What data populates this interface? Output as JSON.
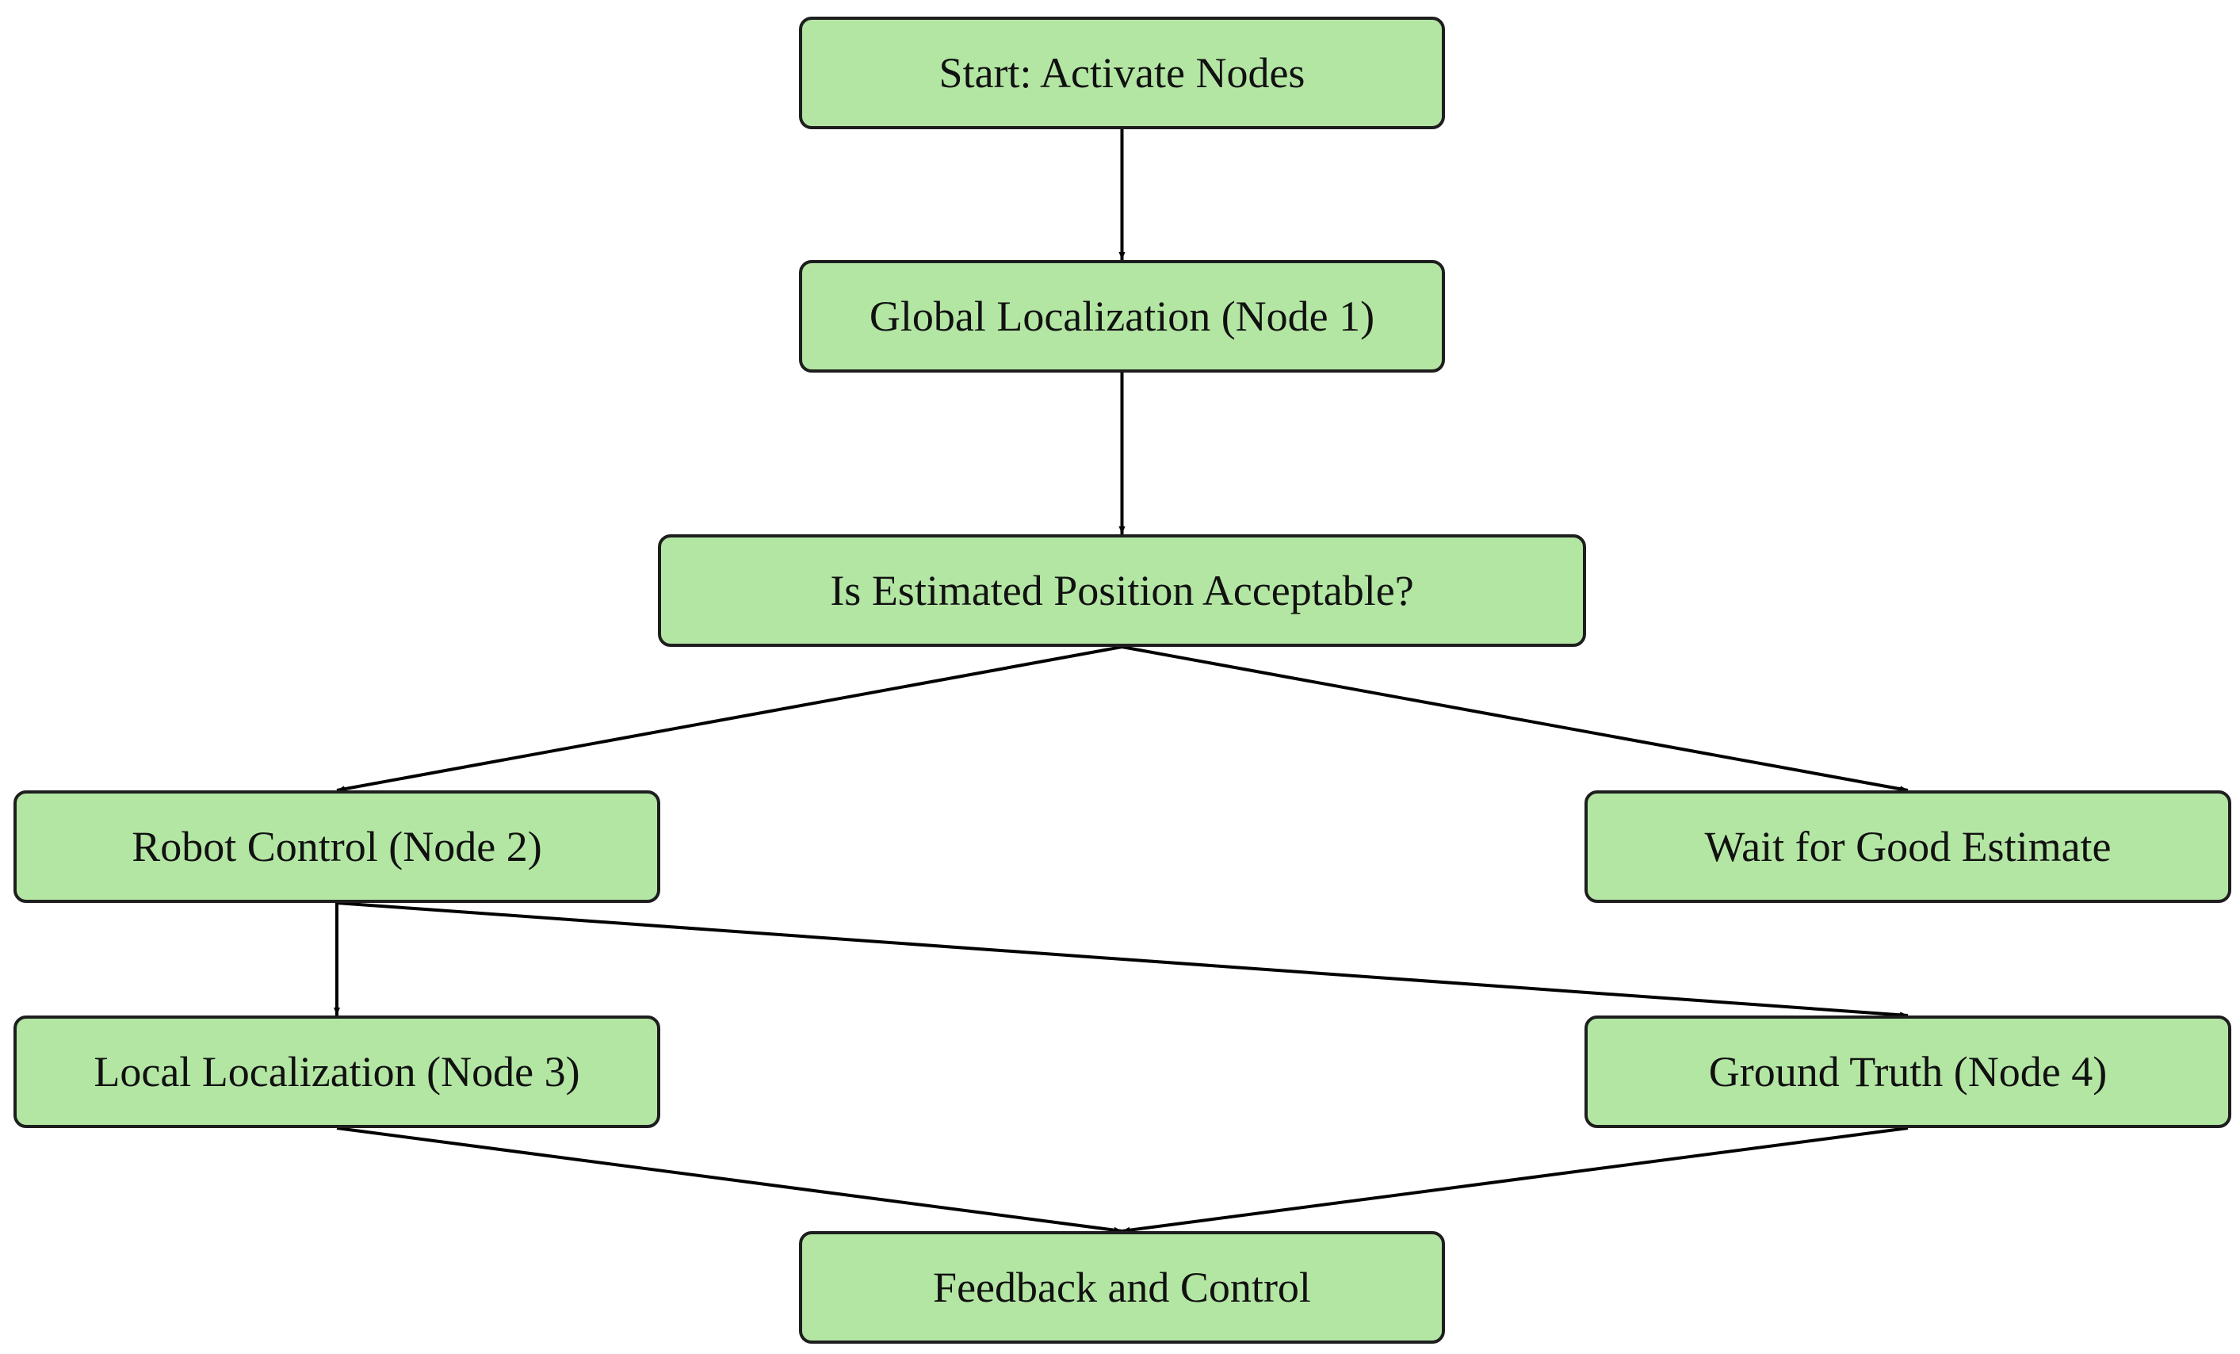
{
  "style": {
    "node_fill": "#b3e6a3",
    "node_border": "#1e1e1e",
    "edge_color": "#000000"
  },
  "nodes": {
    "start": "Start: Activate Nodes",
    "global_localization": "Global Localization (Node 1)",
    "decision": "Is Estimated Position Acceptable?",
    "robot_control": "Robot Control (Node 2)",
    "wait": "Wait for Good Estimate",
    "local_localization": "Local Localization (Node 3)",
    "ground_truth": "Ground Truth (Node 4)",
    "feedback": "Feedback and Control"
  },
  "edges": [
    {
      "from": "start",
      "to": "global_localization"
    },
    {
      "from": "global_localization",
      "to": "decision"
    },
    {
      "from": "decision",
      "to": "robot_control"
    },
    {
      "from": "decision",
      "to": "wait"
    },
    {
      "from": "robot_control",
      "to": "local_localization"
    },
    {
      "from": "robot_control",
      "to": "ground_truth"
    },
    {
      "from": "local_localization",
      "to": "feedback"
    },
    {
      "from": "ground_truth",
      "to": "feedback"
    }
  ]
}
